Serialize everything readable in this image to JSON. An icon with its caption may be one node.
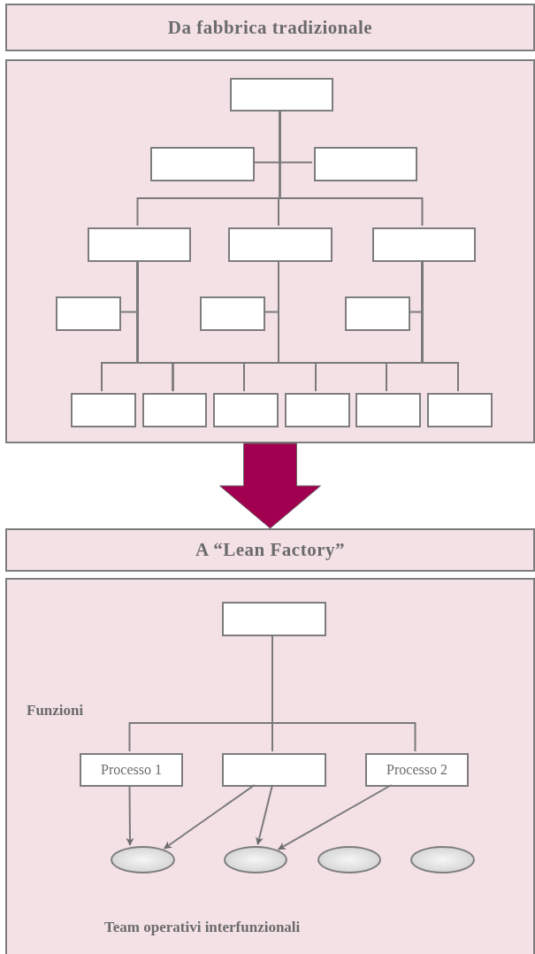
{
  "diagram": {
    "nodes": [
      {
        "text": [
          "Da fabbrica tradizionale"
        ]
      },
      {
        "text": [],
        "shape": "box"
      },
      {
        "text": [],
        "shape": "box",
        "in": 1
      },
      {
        "text": [],
        "shape": "box",
        "in": 1
      },
      {
        "text": [],
        "shape": "box",
        "in": 1
      },
      {
        "text": [],
        "shape": "box",
        "in": 1
      },
      {
        "text": [],
        "shape": "box",
        "in": 1
      },
      {
        "text": [],
        "shape": "box",
        "in": 1
      },
      {
        "text": [],
        "shape": "box",
        "in": 1
      },
      {
        "text": [],
        "shape": "box",
        "in": 1
      },
      {
        "text": [],
        "shape": "box",
        "in": 1
      },
      {
        "text": [],
        "shape": "box",
        "in": 1
      },
      {
        "text": [],
        "shape": "box",
        "in": 1
      },
      {
        "text": [],
        "shape": "box",
        "in": 1
      },
      {
        "text": [],
        "shape": "box",
        "in": 1
      },
      {
        "text": [],
        "shape": "box",
        "in": 1
      },
      {
        "text": [],
        "shape": "box",
        "in": 1
      },
      {
        "text": [
          "A “Lean Factory”"
        ]
      },
      {
        "text": [],
        "shape": "box"
      },
      {
        "text": [],
        "shape": "box",
        "in": 18
      },
      {
        "text": [
          "Processo 1"
        ],
        "in": 18
      },
      {
        "text": [],
        "shape": "box",
        "in": 18
      },
      {
        "text": [
          "Processo 2"
        ],
        "in": 18
      },
      {
        "text": [],
        "shape": "ellipse",
        "in": 18
      },
      {
        "text": [],
        "shape": "ellipse",
        "in": 18
      },
      {
        "text": [],
        "shape": "ellipse",
        "in": 18
      },
      {
        "text": [],
        "shape": "ellipse",
        "in": 18
      }
    ],
    "edges": [
      {
        "from": 2,
        "to": 3,
        "arrow": "none"
      },
      {
        "from": 2,
        "to": 4,
        "arrow": "none"
      },
      {
        "from": 2,
        "to": 5,
        "arrow": "none"
      },
      {
        "from": 2,
        "to": 6,
        "arrow": "none"
      },
      {
        "from": 2,
        "to": 7,
        "arrow": "none"
      },
      {
        "from": 5,
        "to": 8,
        "arrow": "none"
      },
      {
        "from": 6,
        "to": 9,
        "arrow": "none"
      },
      {
        "from": 7,
        "to": 10,
        "arrow": "none"
      },
      {
        "from": 5,
        "to": 11,
        "arrow": "none"
      },
      {
        "from": 5,
        "to": 12,
        "arrow": "none"
      },
      {
        "from": 5,
        "to": 13,
        "arrow": "none"
      },
      {
        "from": 5,
        "to": 14,
        "arrow": "none"
      },
      {
        "from": 5,
        "to": 15,
        "arrow": "none"
      },
      {
        "from": 5,
        "to": 16,
        "arrow": "none"
      },
      {
        "from": 6,
        "to": 11,
        "arrow": "none"
      },
      {
        "from": 6,
        "to": 12,
        "arrow": "none"
      },
      {
        "from": 6,
        "to": 13,
        "arrow": "none"
      },
      {
        "from": 6,
        "to": 14,
        "arrow": "none"
      },
      {
        "from": 6,
        "to": 15,
        "arrow": "none"
      },
      {
        "from": 6,
        "to": 16,
        "arrow": "none"
      },
      {
        "from": 7,
        "to": 11,
        "arrow": "none"
      },
      {
        "from": 7,
        "to": 12,
        "arrow": "none"
      },
      {
        "from": 7,
        "to": 13,
        "arrow": "none"
      },
      {
        "from": 7,
        "to": 14,
        "arrow": "none"
      },
      {
        "from": 7,
        "to": 15,
        "arrow": "none"
      },
      {
        "from": 7,
        "to": 16,
        "arrow": "none"
      },
      {
        "from": 1,
        "to": 17,
        "arrow": "to",
        "style": "thick",
        "color": "#a0004f"
      },
      {
        "from": 19,
        "to": 20,
        "arrow": "none"
      },
      {
        "from": 19,
        "to": 21,
        "arrow": "none"
      },
      {
        "from": 19,
        "to": 22,
        "arrow": "none"
      },
      {
        "from": 20,
        "to": 23,
        "arrow": "to"
      },
      {
        "from": 21,
        "to": 23,
        "arrow": "to"
      },
      {
        "from": 21,
        "to": 24,
        "arrow": "to"
      },
      {
        "from": 22,
        "to": 24,
        "arrow": "to"
      }
    ],
    "labels": [
      "Funzioni",
      "Team operativi interfunzionali"
    ]
  }
}
